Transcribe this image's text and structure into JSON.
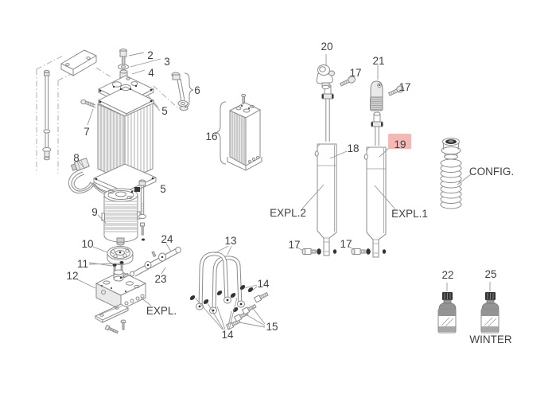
{
  "diagram": {
    "parts": {
      "n2": "2",
      "n3": "3",
      "n4": "4",
      "n5a": "5",
      "n5b": "5",
      "n6": "6",
      "n7": "7",
      "n8": "8",
      "n9": "9",
      "n10": "10",
      "n11": "11",
      "n12": "12",
      "n13": "13",
      "n14a": "14",
      "n14b": "14",
      "n15": "15",
      "n16": "16",
      "n17a": "17",
      "n17b": "17",
      "n17c": "17",
      "n17d": "17",
      "n18": "18",
      "n19": "19",
      "n20": "20",
      "n21": "21",
      "n22": "22",
      "n23": "23",
      "n24": "24",
      "n25": "25",
      "expl": "EXPL.",
      "expl1": "EXPL.1",
      "expl2": "EXPL.2",
      "config": "CONFIG.",
      "winter": "WINTER"
    },
    "colors": {
      "highlight_bg": "#f4b9b4",
      "highlight_text": "#6c2a26"
    }
  }
}
